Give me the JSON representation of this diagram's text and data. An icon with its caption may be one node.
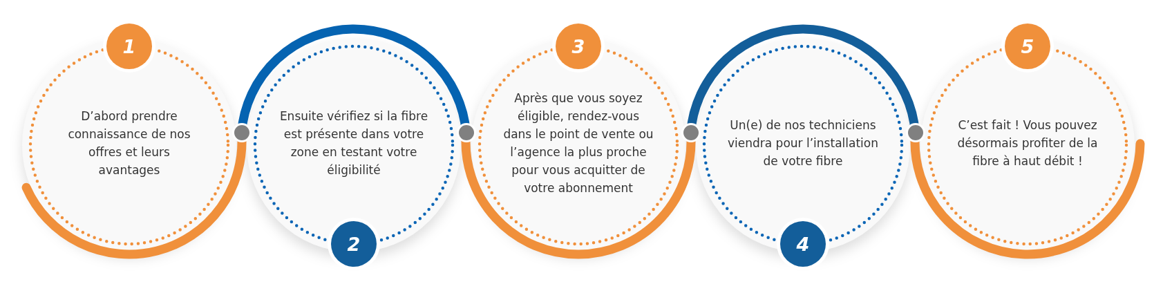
{
  "diagram": {
    "nodes": [
      {
        "text": [
          "1",
          "D’abord prendre connaissance de nos offres et leurs avantages"
        ]
      },
      {
        "text": [
          "Ensuite vérifiez si la fibre est présente dans votre zone en testant votre éligibilité",
          "2"
        ]
      },
      {
        "text": [
          "3",
          "Après que vous soyez éligible, rendez-vous dans le point de vente ou l’agence la plus proche pour vous acquitter de votre abonnement"
        ]
      },
      {
        "text": [
          "Un(e) de nos techniciens viendra pour l’installation de votre fibre",
          "4"
        ]
      },
      {
        "text": [
          "5",
          "C’est fait ! Vous pouvez désormais profiter de la fibre à haut débit !"
        ]
      }
    ]
  }
}
